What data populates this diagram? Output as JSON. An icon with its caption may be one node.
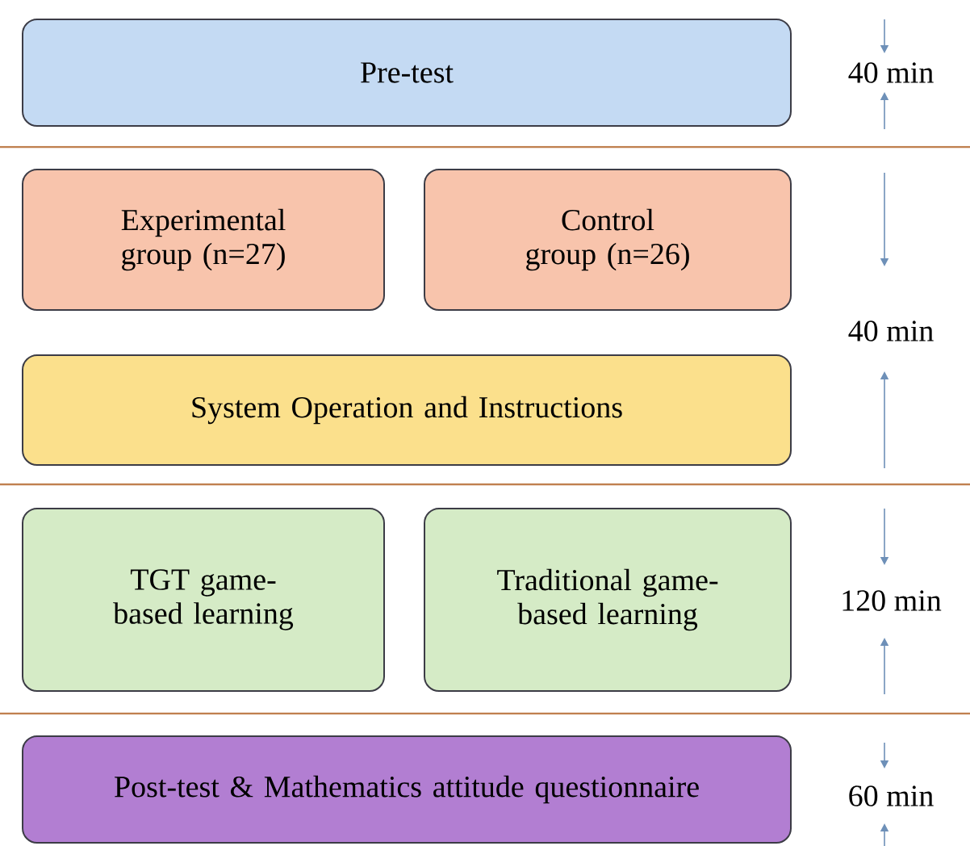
{
  "diagram": {
    "nodes": [
      {
        "text": [
          "Pre-test"
        ]
      },
      {
        "text": [
          "Experimental group (n=27)"
        ]
      },
      {
        "text": [
          "Control group (n=26)"
        ]
      },
      {
        "text": [
          "System Operation and Instructions"
        ]
      },
      {
        "text": [
          "TGT game-based learning"
        ]
      },
      {
        "text": [
          "Traditional game-based learning"
        ]
      },
      {
        "text": [
          "Post-test & Mathematics attitude questionnaire"
        ]
      }
    ],
    "edges": [],
    "labels": [
      "40 min",
      "40 min",
      "120 min",
      "60 min"
    ]
  }
}
